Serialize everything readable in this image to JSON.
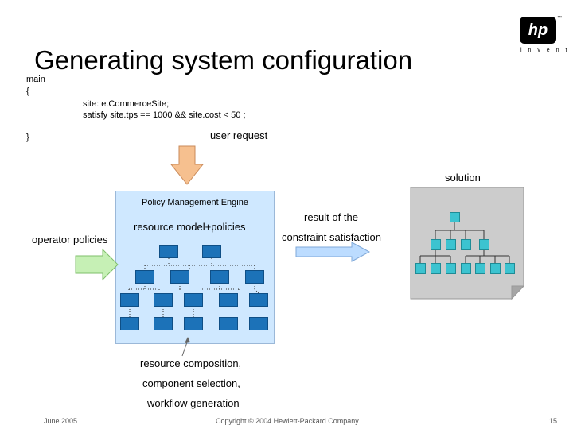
{
  "title": "Generating system configuration",
  "code": {
    "line_main": "main",
    "line_open": "{",
    "line_site": "site: e.CommerceSite;",
    "line_satisfy": "satisfy site.tps == 1000 &&  site.cost < 50 ;",
    "line_close": "}"
  },
  "labels": {
    "user_request": "user request",
    "solution": "solution",
    "policy_engine": "Policy Management Engine",
    "resource_model": "resource model+policies",
    "operator_policies": "operator policies",
    "result_line1": "result of the",
    "result_line2": "constraint satisfaction",
    "composition_line1": "resource composition,",
    "composition_line2": "component selection,",
    "composition_line3": "workflow generation"
  },
  "logo": {
    "brand": "hp",
    "tagline": "i n v e n t",
    "tm": "™"
  },
  "footer": {
    "date": "June 2005",
    "copyright": "Copyright © 2004 Hewlett-Packard Company",
    "page": "15"
  },
  "colors": {
    "engine_bg": "#cfe8ff",
    "node_blue": "#1c72b8",
    "node_teal": "#3cc3d0",
    "arrow_orange": "#f6c08f",
    "arrow_green": "#c6f0b5",
    "arrow_blue": "#bcdcff",
    "doc_gray": "#cccccc"
  }
}
